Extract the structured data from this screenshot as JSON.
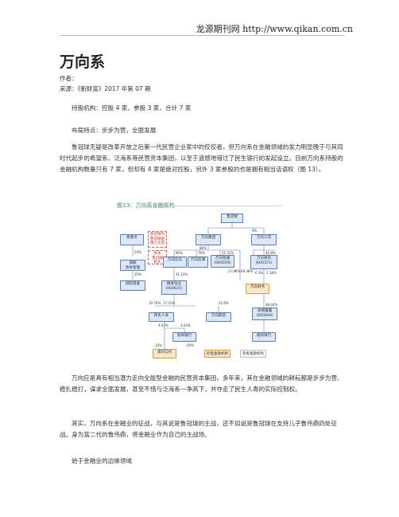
{
  "header": {
    "site": "龙源期刊网 http://www.qikan.com.cn"
  },
  "article": {
    "title": "万向系",
    "author": "作者：",
    "source": "来源：《新财富》2017 年第 07 期",
    "holdings": "持股机构：控股 4 家、参股 3 家、合计 7 家",
    "features": "布局特点：步步为营，全面发展",
    "paragraph1": "鲁冠球无疑是改革开放之后第一代民营企业家中的佼佼者，但万向系在金融领域的发力明显晚于与其同时代起步的希望系、泛海系等民营资本集团，以至于遗憾地错过了民生银行的发起设立。目前万向系持股的金融机构数量只有 7 家，但却有 4 家是绝对控股，另外 3 家参股的也是拥有相当话语权（图 13）。",
    "paragraph2": "万向应是具有相当潜力走向全能型金融的民营资本集团，多年来，其在金融领域的耕耘都是步步为营、稳扎稳打，谋求全面发展，甚至不惜与泛海系一争高下，并夺走了民生人寿的实际控制权。",
    "paragraph3": "其实，万向系在金融业的征战，与其说是鲁冠球的主战，还不如说是鲁冠球在支持儿子鲁伟鼎四处征战。身为富二代的鲁伟鼎，将金融业作为自己的主战场。",
    "subheading": "始于金融业的边缘领域"
  },
  "figure": {
    "title": "图13：万向系金融架构",
    "nodes": {
      "lu_guanqiu": "鲁冠球",
      "wanxiang_group": "万向集团",
      "wanxiang_sannong": "万向三农",
      "yu_xingwen": "余勇文",
      "tongchou": "通联\n资本管理",
      "note1": "余冠球为\n鲁冠球配\n偶之兄弟",
      "note2": "余未\n鲁冠球\n姐夫",
      "xinhe": "诚和基金",
      "wanxiang_trust": "万向信托",
      "wanxiang_qiji": "万向前潮",
      "wanxiang_qianchao": "万向钱潮\n(000559)",
      "wanxiang_desheng": "万向德农\n(600371)",
      "wanxiang_caiwu": "万向财务",
      "shunfa": "顺发恒业\n(000631)",
      "minsheng_life": "民生人寿",
      "wanxiang_invest": "万向期货",
      "hanhai": "承德露露\n(000848)",
      "zhejiang_bank": "浙商银行",
      "tongshang_bank": "通商银行",
      "puhua": "浦华信托"
    },
    "edges": {
      "e1": "80%",
      "e2": "9%",
      "e3": "54%",
      "e4": "35%",
      "e5": "86%",
      "e6": "76%",
      "e7": "51.52%",
      "e8": "46.8%",
      "e9": "27.88%",
      "e10": "68.38%",
      "e11": "6.3%",
      "e12": "5.18%",
      "e13": "41.13%",
      "e14": "10.74%",
      "e15": "17.31%",
      "e16": "25.6%",
      "e17": "4.67%",
      "e18": "3.03%",
      "e19": "48.44%",
      "e20": "10%",
      "e21": "60%"
    },
    "legend": {
      "controlled": "控股金融机构",
      "invested": "参股金融机构"
    }
  }
}
